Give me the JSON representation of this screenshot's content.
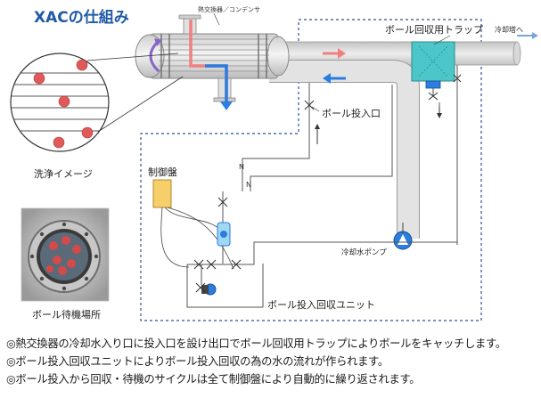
{
  "title": "XACの仕組み",
  "labels": {
    "exchanger": "熱交換器／コンデンサ",
    "trap": "ボール回収用トラップ",
    "to_tower": "冷却塔へ",
    "ball_inlet": "ボール投入口",
    "control_panel": "制御盤",
    "cooling_pump": "冷却水ポンプ",
    "unit": "ボール投入回収ユニット",
    "wash_image": "洗浄イメージ",
    "ball_standby": "ボール待機場所"
  },
  "notes": [
    "◎熱交換器の冷却水入り口に投入口を設け出口でボール回収用トラップによりボールをキャッチします。",
    "◎ボール投入回収ユニットによりボール投入回収の為の水の流れが作られます。",
    "◎ボール投入から回収・待機のサイクルは全て制御盤により自動的に繰り返されます。"
  ],
  "colors": {
    "title": "#1f5aa6",
    "pipe": "#d4d4d4",
    "ball": "#e05a5a",
    "hot_flow": "#f08080",
    "cold_flow": "#2a7de1",
    "dashed_frame": "#2b4f9e",
    "panel": "#f7cf6a"
  }
}
